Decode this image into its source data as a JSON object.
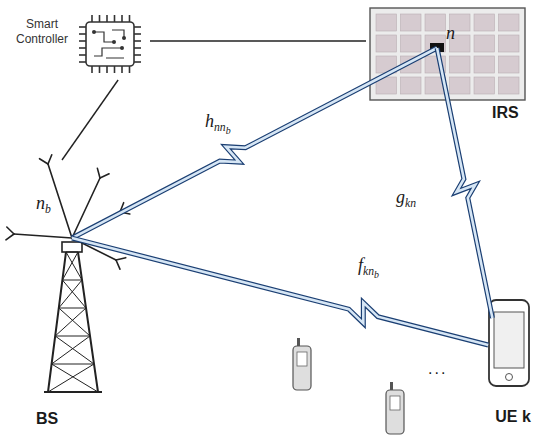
{
  "diagram": {
    "nodes": [
      {
        "text": [
          "Smart Controller"
        ]
      },
      {
        "text": [
          "n",
          "IRS"
        ]
      },
      {
        "text": [
          "nb",
          "BS"
        ]
      },
      {
        "text": [
          "UE k"
        ]
      }
    ],
    "edges": [
      {
        "from": 0,
        "to": 1,
        "arrow": "none"
      },
      {
        "from": 0,
        "to": 2,
        "arrow": "none"
      },
      {
        "from": 2,
        "to": 1,
        "label": "hnnb",
        "arrow": "none"
      },
      {
        "from": 1,
        "to": 3,
        "label": "gkn",
        "arrow": "none"
      },
      {
        "from": 2,
        "to": 3,
        "label": "fknb",
        "arrow": "none"
      }
    ],
    "labels": [
      "..."
    ]
  }
}
